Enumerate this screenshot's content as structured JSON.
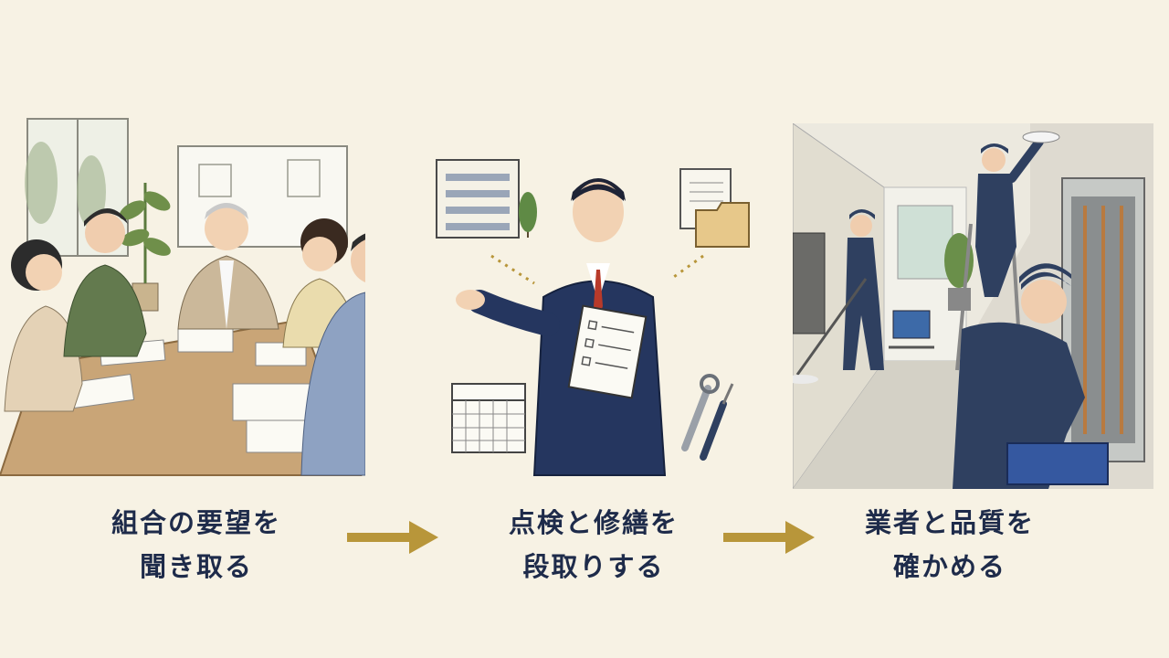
{
  "colors": {
    "background": "#f7f2e4",
    "text": "#1e2b4a",
    "arrow": "#b8963a",
    "suit": "#25365f"
  },
  "steps": [
    {
      "line1": "組合の要望を",
      "line2": "聞き取る",
      "illustration": "residents-meeting"
    },
    {
      "line1": "点検と修繕を",
      "line2": "段取りする",
      "illustration": "manager-with-clipboard"
    },
    {
      "line1": "業者と品質を",
      "line2": "確かめる",
      "illustration": "maintenance-workers"
    }
  ],
  "arrows": [
    "arrow-right-icon",
    "arrow-right-icon"
  ]
}
